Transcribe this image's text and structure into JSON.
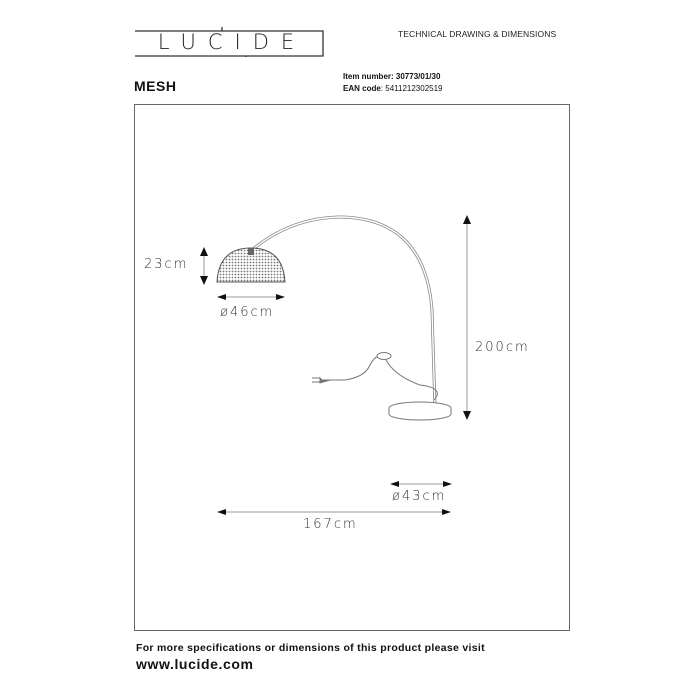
{
  "brand": {
    "logo_text": "LUCIDE"
  },
  "header": {
    "title": "TECHNICAL DRAWING & DIMENSIONS"
  },
  "product": {
    "name": "MESH",
    "item_number_label": "Item number:",
    "item_number": "30773/01/30",
    "ean_label": "EAN code",
    "ean": ": 5411212302519"
  },
  "dimensions": {
    "shade_height": "23cm",
    "shade_diameter": "ø46cm",
    "total_height": "200cm",
    "base_diameter": "ø43cm",
    "total_reach": "167cm"
  },
  "footer": {
    "note": "For more specifications or dimensions of this product please visit",
    "url": "www.lucide.com"
  }
}
